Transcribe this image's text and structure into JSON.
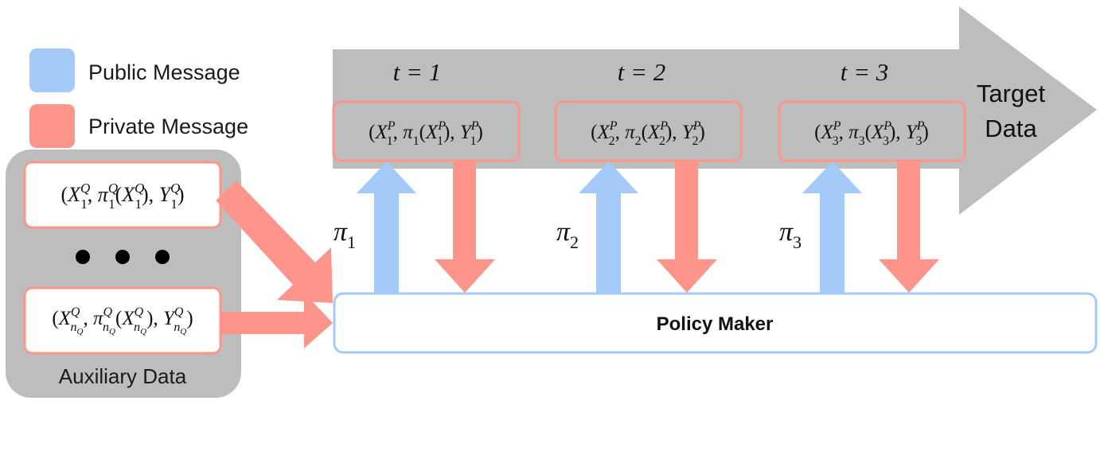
{
  "legend": {
    "public_label": "Public Message",
    "private_label": "Private Message"
  },
  "colors": {
    "public": "#a3caf8",
    "private": "#fe958b",
    "panel": "#bdbdbd",
    "policy_border": "#a3caf8"
  },
  "timeline": {
    "label_line1": "Target",
    "label_line2": "Data",
    "steps": [
      {
        "t_label": "t = 1",
        "tuple_index": "1",
        "policy_sub": "1"
      },
      {
        "t_label": "t = 2",
        "tuple_index": "2",
        "policy_sub": "2"
      },
      {
        "t_label": "t = 3",
        "tuple_index": "3",
        "policy_sub": "3"
      }
    ]
  },
  "auxiliary": {
    "title": "Auxiliary Data",
    "first_index": "1",
    "last_index": "n",
    "last_index_sub": "Q",
    "ellipsis": "• • •"
  },
  "policy_maker": {
    "label": "Policy Maker"
  },
  "math": {
    "X": "X",
    "Y": "Y",
    "pi": "π",
    "P": "P",
    "Q": "Q"
  }
}
